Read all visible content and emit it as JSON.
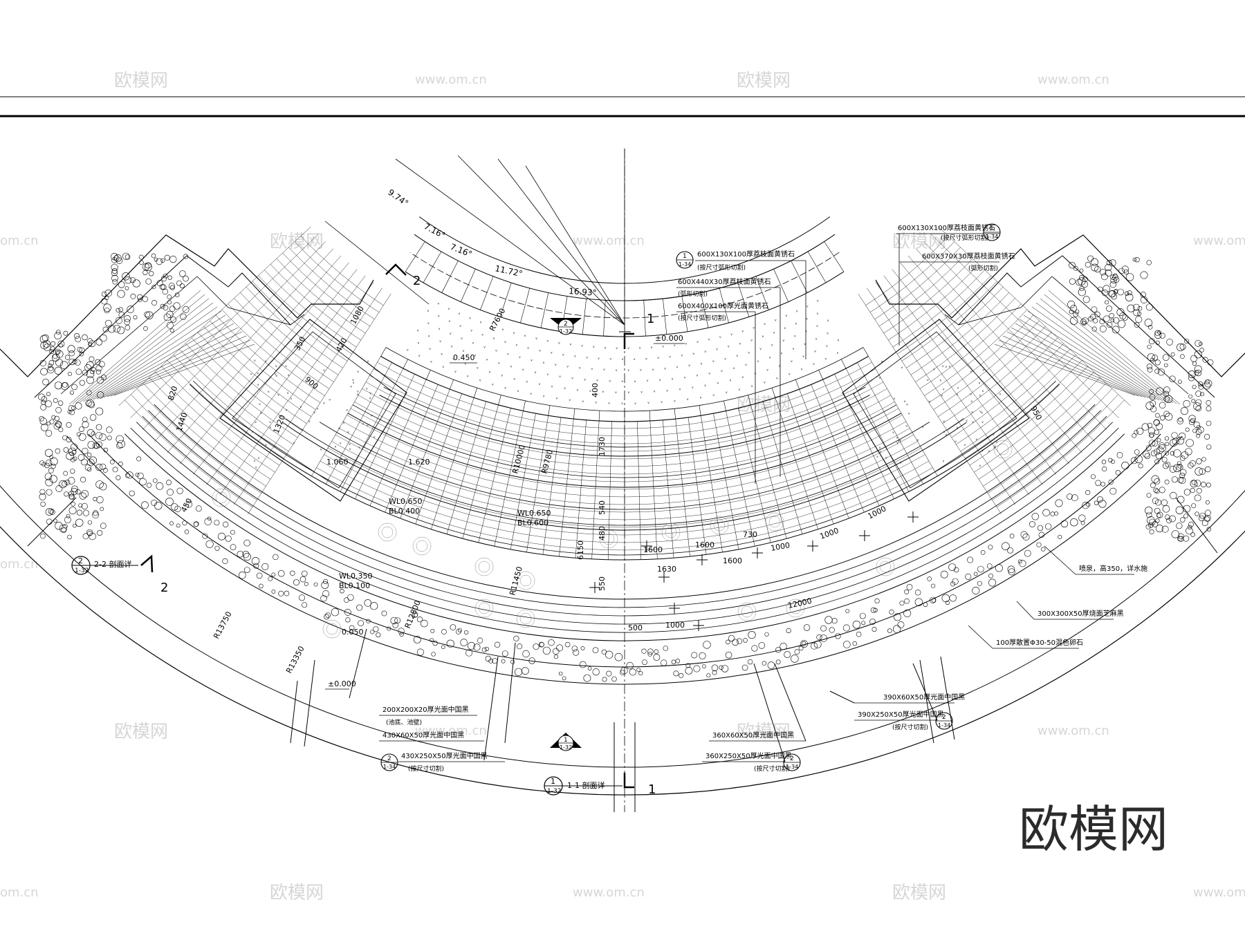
{
  "colors": {
    "line": "#000000",
    "watermark": "#d6d6d6",
    "logo": "#2b2b2b",
    "background": "#ffffff"
  },
  "angles": {
    "a1": "9.74°",
    "a2": "7.16°",
    "a3": "7.16°",
    "a4": "11.72°",
    "a5": "16.93°"
  },
  "section_marks": {
    "s1_num": "1",
    "s1_num_b": "1",
    "s2_num": "2",
    "s2_num_b": "2"
  },
  "section_refs": {
    "ref22_top": "2",
    "ref22_bot": "1-32",
    "ref22_label": "2-2 剖面详",
    "ref11_top": "1",
    "ref11_bot": "1-32",
    "ref11_label": "1-1 剖面详",
    "tri_top_num": "2",
    "tri_top_sheet": "1-32",
    "tri_bot_num": "1",
    "tri_bot_sheet": "1-32"
  },
  "levels": {
    "center": "±0.000",
    "l450": "0.450",
    "bottom_left": "±0.000",
    "r_left": "0.050",
    "wl1": "WL0.650",
    "bl1": "BL0.400",
    "wl2": "WL0.650",
    "bl2": "BL0.600",
    "wl3": "WL0.350",
    "bl3": "BL0.100"
  },
  "radii": {
    "r7600": "R7600",
    "r10000": "R10000",
    "r9780": "R9780",
    "r11450": "R11450",
    "r12800": "R12800",
    "r13750": "R13750",
    "r13350": "R13350"
  },
  "dims": {
    "d400": "400",
    "d1730": "1730",
    "d540": "540",
    "d480": "480",
    "d6150": "6150",
    "d550": "550",
    "d1060": "1.060",
    "d1620": "1.620",
    "d1320": "1320",
    "d900": "900",
    "d350": "350",
    "d420": "420",
    "d1080": "1080",
    "d1600a": "1600",
    "d1600b": "1600",
    "d1600c": "1600",
    "d1630": "1630",
    "d730": "730",
    "d1000a": "1000",
    "d1000b": "1000",
    "d1000c": "1000",
    "d12000": "12000",
    "d500": "500",
    "d1000d": "1000",
    "d820": "820",
    "d450": "450",
    "d1440": "1440",
    "d950": "950"
  },
  "notes": {
    "n1a": "600X130X100厚荔枝面黄锈石",
    "n1b": "(按尺寸弧形切割)",
    "n2a": "600X440X30厚荔枝面黄锈石",
    "n2b": "(弧形切割)",
    "n3a": "600X400X100厚光面黄锈石",
    "n3b": "(按尺寸弧形切割)",
    "n4a": "600X130X100厚荔枝面黄锈石",
    "n4b": "(按尺寸弧形切割)",
    "n5a": "600X370X30厚荔枝面黄锈石",
    "n5b": "(弧形切割)",
    "n6": "喷泉，高350，详水施",
    "n7": "300X300X50厚烧面芝麻黑",
    "n8": "100厚散置Φ30-50混色卵石",
    "n9": "390X60X50厚光面中国黑",
    "n10a": "390X250X50厚光面中国黑",
    "n10b": "(按尺寸切割)",
    "n11": "360X60X50厚光面中国黑",
    "n12a": "360X250X50厚光面中国黑",
    "n12b": "(按尺寸切割)",
    "n13a": "200X200X20厚光面中国黑",
    "n13b": "(池底、池壁)",
    "n14": "430X60X50厚光面中国黑",
    "n15a": "430X250X50厚光面中国黑",
    "n15b": "(按尺寸切割)"
  },
  "callouts": {
    "c1_top": "1",
    "c1_bot": "1-34",
    "c2_top": "1",
    "c2_bot": "1-34",
    "c3_top": "2",
    "c3_bot": "1-34",
    "c4_top": "2",
    "c4_bot": "1-34",
    "c5_top": "2",
    "c5_bot": "1-34"
  },
  "watermarks": {
    "cn": "欧模网",
    "url": "www.om.cn",
    "url_short": "om.cn",
    "logo": "欧模网"
  }
}
